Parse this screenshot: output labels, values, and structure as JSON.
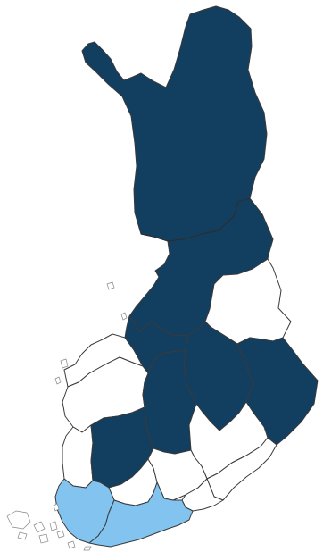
{
  "map": {
    "colors": {
      "selected": "#123e60",
      "highlight": "#82c3ef",
      "unselected": "#ffffff",
      "border": "#3a3a3a"
    },
    "regions": [
      {
        "id": "lapland",
        "status": "selected"
      },
      {
        "id": "north-ostrobothnia",
        "status": "selected"
      },
      {
        "id": "kainuu",
        "status": "unselected"
      },
      {
        "id": "central-ostrobothnia",
        "status": "selected"
      },
      {
        "id": "ostrobothnia",
        "status": "unselected"
      },
      {
        "id": "south-ostrobothnia",
        "status": "unselected"
      },
      {
        "id": "central-finland",
        "status": "selected"
      },
      {
        "id": "north-savo",
        "status": "selected"
      },
      {
        "id": "north-karelia",
        "status": "selected"
      },
      {
        "id": "satakunta",
        "status": "unselected"
      },
      {
        "id": "pirkanmaa",
        "status": "selected"
      },
      {
        "id": "south-savo",
        "status": "unselected"
      },
      {
        "id": "south-karelia",
        "status": "unselected"
      },
      {
        "id": "kanta-hame",
        "status": "unselected"
      },
      {
        "id": "paijat-hame",
        "status": "unselected"
      },
      {
        "id": "kymenlaakso",
        "status": "unselected"
      },
      {
        "id": "southwest-finland",
        "status": "highlight"
      },
      {
        "id": "uusimaa",
        "status": "highlight"
      },
      {
        "id": "aland",
        "status": "unselected"
      }
    ]
  }
}
